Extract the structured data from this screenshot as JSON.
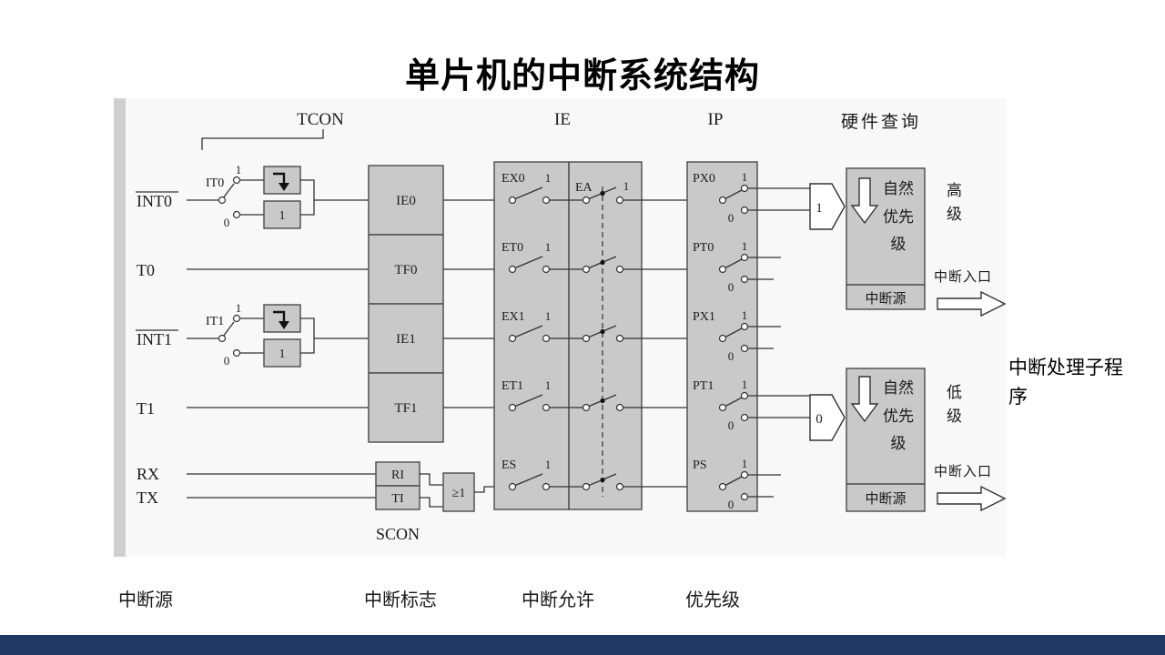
{
  "title": "单片机的中断系统结构",
  "headers": {
    "tcon": "TCON",
    "ie": "IE",
    "ip": "IP",
    "hw_query": "硬件查询"
  },
  "sources": {
    "int0": "INT0",
    "t0": "T0",
    "int1": "INT1",
    "t1": "T1",
    "rx": "RX",
    "tx": "TX"
  },
  "digits": {
    "one": "1",
    "zero": "0"
  },
  "it": {
    "it0": "IT0",
    "it1": "IT1"
  },
  "tcon_cells": [
    "IE0",
    "TF0",
    "IE1",
    "TF1"
  ],
  "scon": {
    "label": "SCON",
    "ri": "RI",
    "ti": "TI",
    "or_gate": "≥1"
  },
  "ie": {
    "rows": [
      "EX0",
      "ET0",
      "EX1",
      "ET1",
      "ES"
    ],
    "ea": "EA"
  },
  "ip_rows": [
    "PX0",
    "PT0",
    "PX1",
    "PT1",
    "PS"
  ],
  "priority": {
    "natural": "自然优先级",
    "source": "中断源",
    "high": "高级",
    "low": "低级",
    "entry": "中断入口"
  },
  "subroutine": "中断处理子程序",
  "footer": {
    "labels": [
      "中断源",
      "中断标志",
      "中断允许",
      "优先级"
    ]
  },
  "colors": {
    "accent_bar": "#1f3864",
    "block_fill": "#c9c9c9"
  }
}
